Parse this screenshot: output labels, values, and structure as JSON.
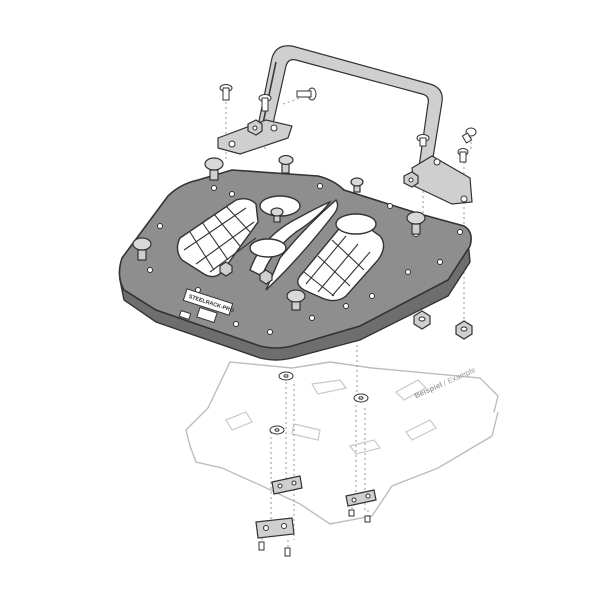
{
  "label": {
    "part1": "Beispiel",
    "separator": " / ",
    "part2": "Example"
  },
  "logo": "STEELRACK-PRO",
  "colors": {
    "plate": "#8e8e8e",
    "plate_edge": "#6e6e6e",
    "ghost_rack": "#bdbdbd",
    "outline": "#333333"
  },
  "icons": [
    "top-plate",
    "grab-handle",
    "mounting-bracket",
    "knob-screw",
    "hex-nut",
    "bolt",
    "clamp-plate",
    "ghost-rack"
  ]
}
